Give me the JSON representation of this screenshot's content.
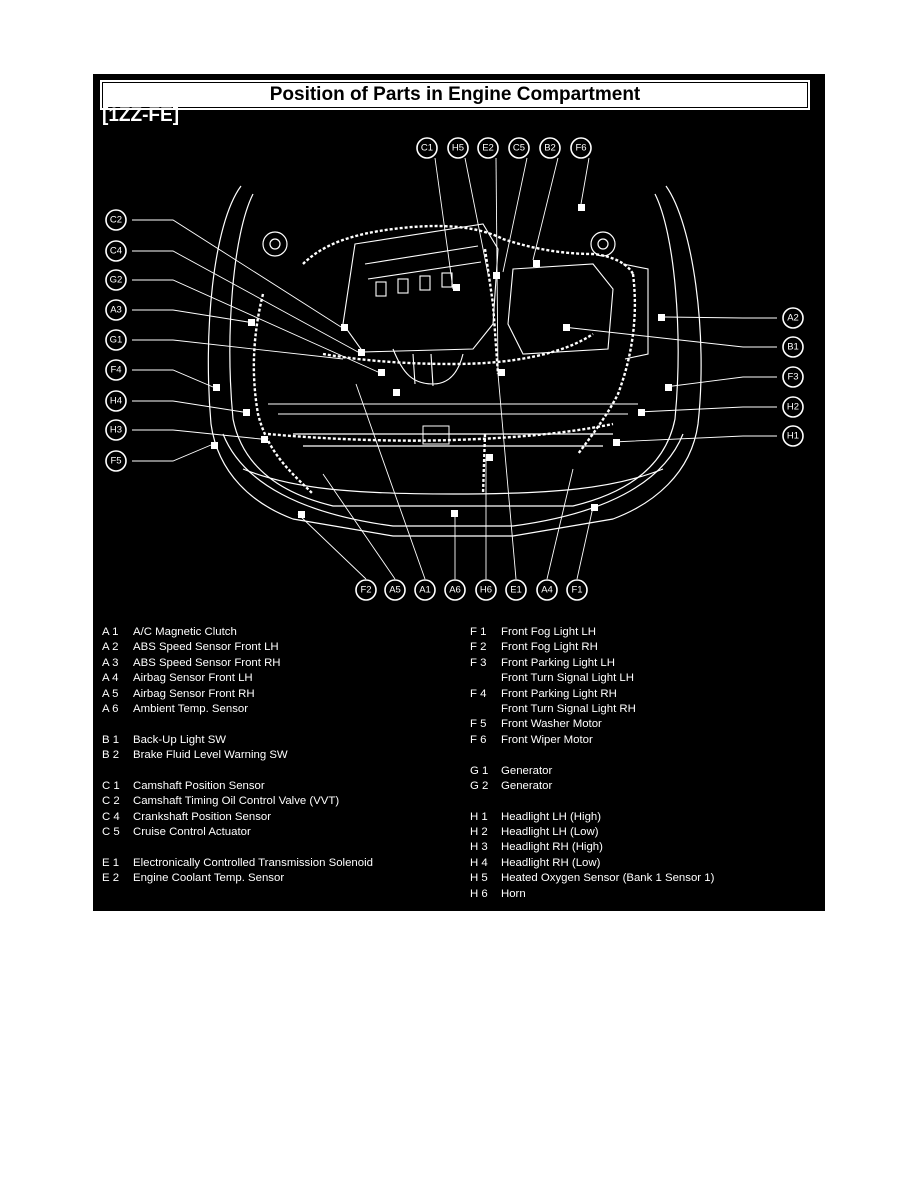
{
  "title": "Position of Parts in Engine Compartment",
  "subtitle": "[1ZZ-FE]",
  "callouts": {
    "top": [
      "C1",
      "H5",
      "E2",
      "C5",
      "B2",
      "F6"
    ],
    "left": [
      "C2",
      "C4",
      "G2",
      "A3",
      "G1",
      "F4",
      "H4",
      "H3",
      "F5"
    ],
    "right": [
      "A2",
      "B1",
      "F3",
      "H2",
      "H1"
    ],
    "bottom": [
      "F2",
      "A5",
      "A1",
      "A6",
      "H6",
      "E1",
      "A4",
      "F1"
    ]
  },
  "legend_left": [
    {
      "code": "A  1",
      "text": "A/C Magnetic Clutch"
    },
    {
      "code": "A  2",
      "text": "ABS Speed Sensor Front LH"
    },
    {
      "code": "A  3",
      "text": "ABS Speed Sensor Front RH"
    },
    {
      "code": "A  4",
      "text": "Airbag Sensor Front LH"
    },
    {
      "code": "A  5",
      "text": "Airbag Sensor Front RH"
    },
    {
      "code": "A  6",
      "text": "Ambient Temp. Sensor"
    },
    {
      "code": "",
      "text": ""
    },
    {
      "code": "B  1",
      "text": "Back-Up Light SW"
    },
    {
      "code": "B  2",
      "text": "Brake Fluid Level Warning SW"
    },
    {
      "code": "",
      "text": ""
    },
    {
      "code": "C  1",
      "text": "Camshaft Position Sensor"
    },
    {
      "code": "C  2",
      "text": "Camshaft Timing Oil Control Valve (VVT)"
    },
    {
      "code": "C  4",
      "text": "Crankshaft Position Sensor"
    },
    {
      "code": "C  5",
      "text": "Cruise Control Actuator"
    },
    {
      "code": "",
      "text": ""
    },
    {
      "code": "E  1",
      "text": "Electronically Controlled Transmission Solenoid"
    },
    {
      "code": "E  2",
      "text": "Engine Coolant Temp. Sensor"
    }
  ],
  "legend_right": [
    {
      "code": "F  1",
      "text": "Front Fog Light LH"
    },
    {
      "code": "F  2",
      "text": "Front Fog Light RH"
    },
    {
      "code": "F  3",
      "text": "Front Parking Light LH"
    },
    {
      "code": "",
      "text": "Front Turn Signal Light LH"
    },
    {
      "code": "F  4",
      "text": "Front Parking Light RH"
    },
    {
      "code": "",
      "text": "Front Turn Signal Light RH"
    },
    {
      "code": "F  5",
      "text": "Front Washer Motor"
    },
    {
      "code": "F  6",
      "text": "Front Wiper Motor"
    },
    {
      "code": "",
      "text": ""
    },
    {
      "code": "G  1",
      "text": "Generator"
    },
    {
      "code": "G  2",
      "text": "Generator"
    },
    {
      "code": "",
      "text": ""
    },
    {
      "code": "H  1",
      "text": "Headlight LH (High)"
    },
    {
      "code": "H  2",
      "text": "Headlight LH (Low)"
    },
    {
      "code": "H  3",
      "text": "Headlight RH (High)"
    },
    {
      "code": "H  4",
      "text": "Headlight RH (Low)"
    },
    {
      "code": "H  5",
      "text": "Heated Oxygen Sensor (Bank 1 Sensor 1)"
    },
    {
      "code": "H  6",
      "text": "Horn"
    }
  ]
}
